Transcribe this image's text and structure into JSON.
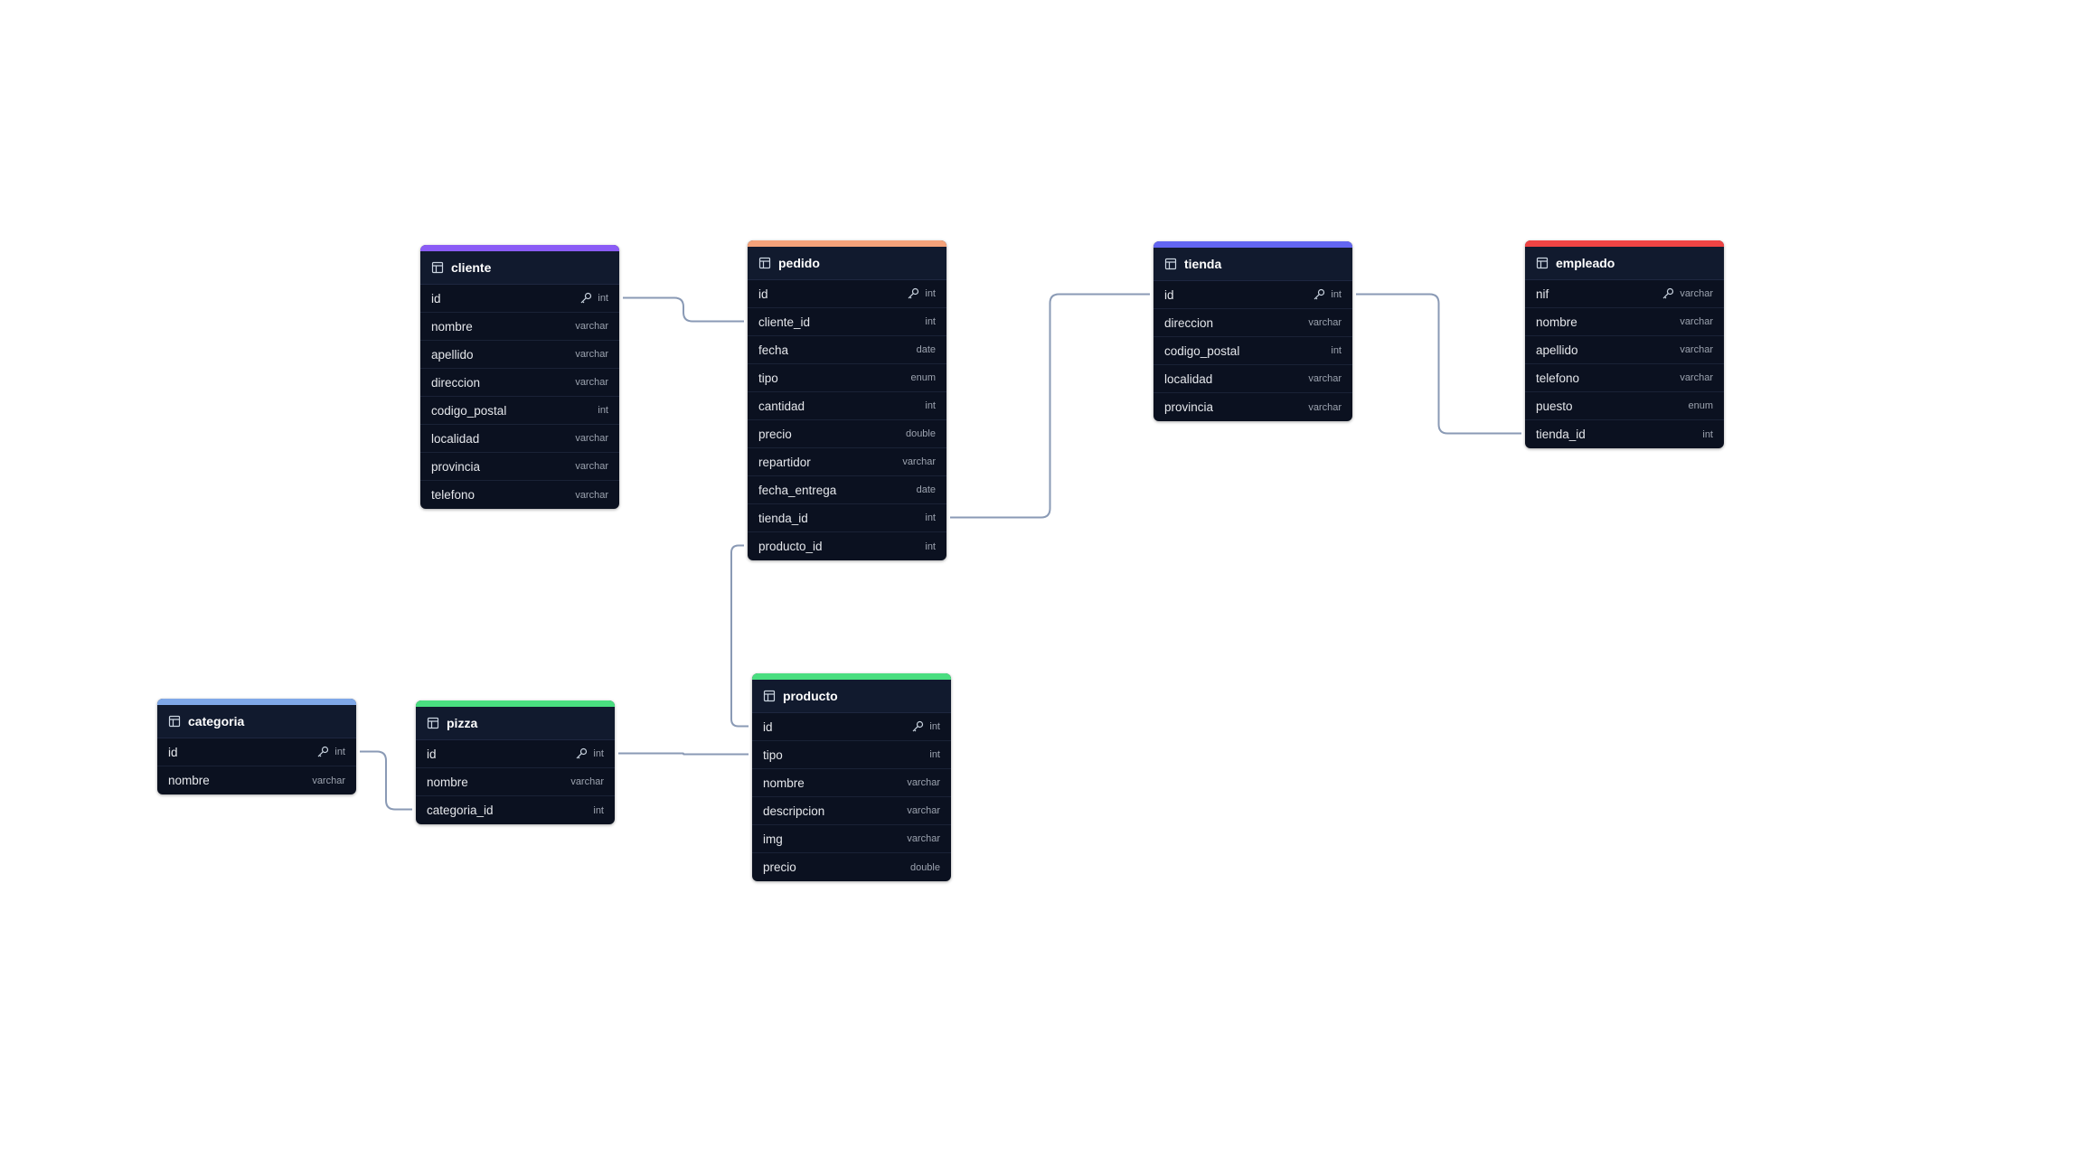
{
  "colors": {
    "edge": "#8a9ab5",
    "table_bg": "#0b1120",
    "header_bg": "#111a2e"
  },
  "tables": [
    {
      "id": "cliente",
      "name": "cliente",
      "accent": "#8b5cf6",
      "columns": [
        {
          "name": "id",
          "type": "int",
          "pk": true
        },
        {
          "name": "nombre",
          "type": "varchar"
        },
        {
          "name": "apellido",
          "type": "varchar"
        },
        {
          "name": "direccion",
          "type": "varchar"
        },
        {
          "name": "codigo_postal",
          "type": "int"
        },
        {
          "name": "localidad",
          "type": "varchar"
        },
        {
          "name": "provincia",
          "type": "varchar"
        },
        {
          "name": "telefono",
          "type": "varchar"
        }
      ]
    },
    {
      "id": "pedido",
      "name": "pedido",
      "accent": "#f4a27a",
      "columns": [
        {
          "name": "id",
          "type": "int",
          "pk": true
        },
        {
          "name": "cliente_id",
          "type": "int"
        },
        {
          "name": "fecha",
          "type": "date"
        },
        {
          "name": "tipo",
          "type": "enum"
        },
        {
          "name": "cantidad",
          "type": "int"
        },
        {
          "name": "precio",
          "type": "double"
        },
        {
          "name": "repartidor",
          "type": "varchar"
        },
        {
          "name": "fecha_entrega",
          "type": "date"
        },
        {
          "name": "tienda_id",
          "type": "int"
        },
        {
          "name": "producto_id",
          "type": "int"
        }
      ]
    },
    {
      "id": "tienda",
      "name": "tienda",
      "accent": "#6366f1",
      "columns": [
        {
          "name": "id",
          "type": "int",
          "pk": true
        },
        {
          "name": "direccion",
          "type": "varchar"
        },
        {
          "name": "codigo_postal",
          "type": "int"
        },
        {
          "name": "localidad",
          "type": "varchar"
        },
        {
          "name": "provincia",
          "type": "varchar"
        }
      ]
    },
    {
      "id": "empleado",
      "name": "empleado",
      "accent": "#ef4444",
      "columns": [
        {
          "name": "nif",
          "type": "varchar",
          "pk": true
        },
        {
          "name": "nombre",
          "type": "varchar"
        },
        {
          "name": "apellido",
          "type": "varchar"
        },
        {
          "name": "telefono",
          "type": "varchar"
        },
        {
          "name": "puesto",
          "type": "enum"
        },
        {
          "name": "tienda_id",
          "type": "int"
        }
      ]
    },
    {
      "id": "categoria",
      "name": "categoria",
      "accent": "#7fa8e8",
      "columns": [
        {
          "name": "id",
          "type": "int",
          "pk": true
        },
        {
          "name": "nombre",
          "type": "varchar"
        }
      ]
    },
    {
      "id": "pizza",
      "name": "pizza",
      "accent": "#4ade80",
      "columns": [
        {
          "name": "id",
          "type": "int",
          "pk": true
        },
        {
          "name": "nombre",
          "type": "varchar"
        },
        {
          "name": "categoria_id",
          "type": "int"
        }
      ]
    },
    {
      "id": "producto",
      "name": "producto",
      "accent": "#4ade80",
      "columns": [
        {
          "name": "id",
          "type": "int",
          "pk": true
        },
        {
          "name": "tipo",
          "type": "int"
        },
        {
          "name": "nombre",
          "type": "varchar"
        },
        {
          "name": "descripcion",
          "type": "varchar"
        },
        {
          "name": "img",
          "type": "varchar"
        },
        {
          "name": "precio",
          "type": "double"
        }
      ]
    }
  ],
  "relations": [
    {
      "from": "cliente.id",
      "to": "pedido.cliente_id"
    },
    {
      "from": "pedido.tienda_id",
      "to": "tienda.id"
    },
    {
      "from": "tienda.id",
      "to": "empleado.tienda_id"
    },
    {
      "from": "pedido.producto_id",
      "to": "producto.id"
    },
    {
      "from": "categoria.id",
      "to": "pizza.categoria_id"
    },
    {
      "from": "pizza.id",
      "to": "producto.tipo"
    }
  ]
}
